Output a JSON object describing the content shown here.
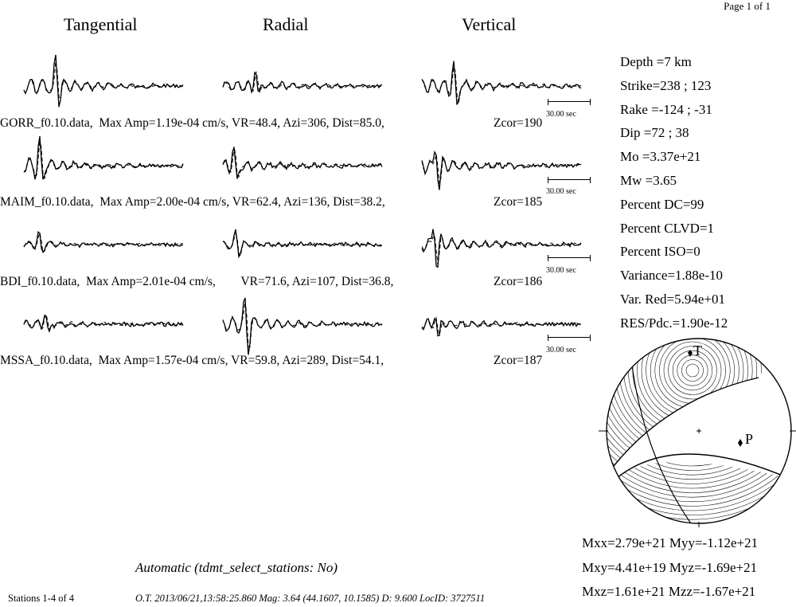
{
  "page_label": "Page 1 of 1",
  "columns": [
    "Tangential",
    "Radial",
    "Vertical"
  ],
  "stations": [
    {
      "file": "GORR_f0.10.data,",
      "max_amp": "Max Amp=1.19e-04 cm/s,",
      "vr": "VR=48.4,",
      "azi": "Azi=306,",
      "dist": "Dist=85.0,",
      "zcor": "Zcor=190",
      "scale": "30.00 sec"
    },
    {
      "file": "MAIM_f0.10.data,",
      "max_amp": "Max Amp=2.00e-04 cm/s,",
      "vr": "VR=62.4,",
      "azi": "Azi=136,",
      "dist": "Dist=38.2,",
      "zcor": "Zcor=185",
      "scale": "30.00 sec"
    },
    {
      "file": "BDI_f0.10.data,",
      "max_amp": "Max Amp=2.01e-04 cm/s,",
      "vr": "VR=71.6,",
      "azi": "Azi=107,",
      "dist": "Dist=36.8,",
      "zcor": "Zcor=186",
      "scale": "30.00 sec"
    },
    {
      "file": "MSSA_f0.10.data,",
      "max_amp": "Max Amp=1.57e-04 cm/s,",
      "vr": "VR=59.8,",
      "azi": "Azi=289,",
      "dist": "Dist=54.1,",
      "zcor": "Zcor=187",
      "scale": "30.00 sec"
    }
  ],
  "parameters": [
    "Depth =7 km",
    "Strike=238 ; 123",
    "Rake  =-124 ; -31",
    "Dip   =72 ; 38",
    "Mo    =3.37e+21",
    "Mw    =3.65",
    "Percent DC=99",
    "Percent CLVD=1",
    "Percent ISO=0",
    "Variance=1.88e-10",
    "Var. Red=5.94e+01",
    "RES/Pdc.=1.90e-12"
  ],
  "beachball": {
    "t_label": "T",
    "p_label": "P"
  },
  "moment_tensor": [
    "Mxx=2.79e+21 Myy=-1.12e+21",
    "Mxy=4.41e+19 Myz=-1.69e+21",
    "Mxz=1.61e+21 Mzz=-1.67e+21"
  ],
  "automatic_note": "Automatic (tdmt_select_stations: No)",
  "footer": {
    "stations": "Stations 1-4 of 4",
    "origin": "O.T. 2013/06/21,13:58:25.860  Mag: 3.64  (44.1607, 10.1585)  D: 9.600  LocID: 3727511"
  }
}
